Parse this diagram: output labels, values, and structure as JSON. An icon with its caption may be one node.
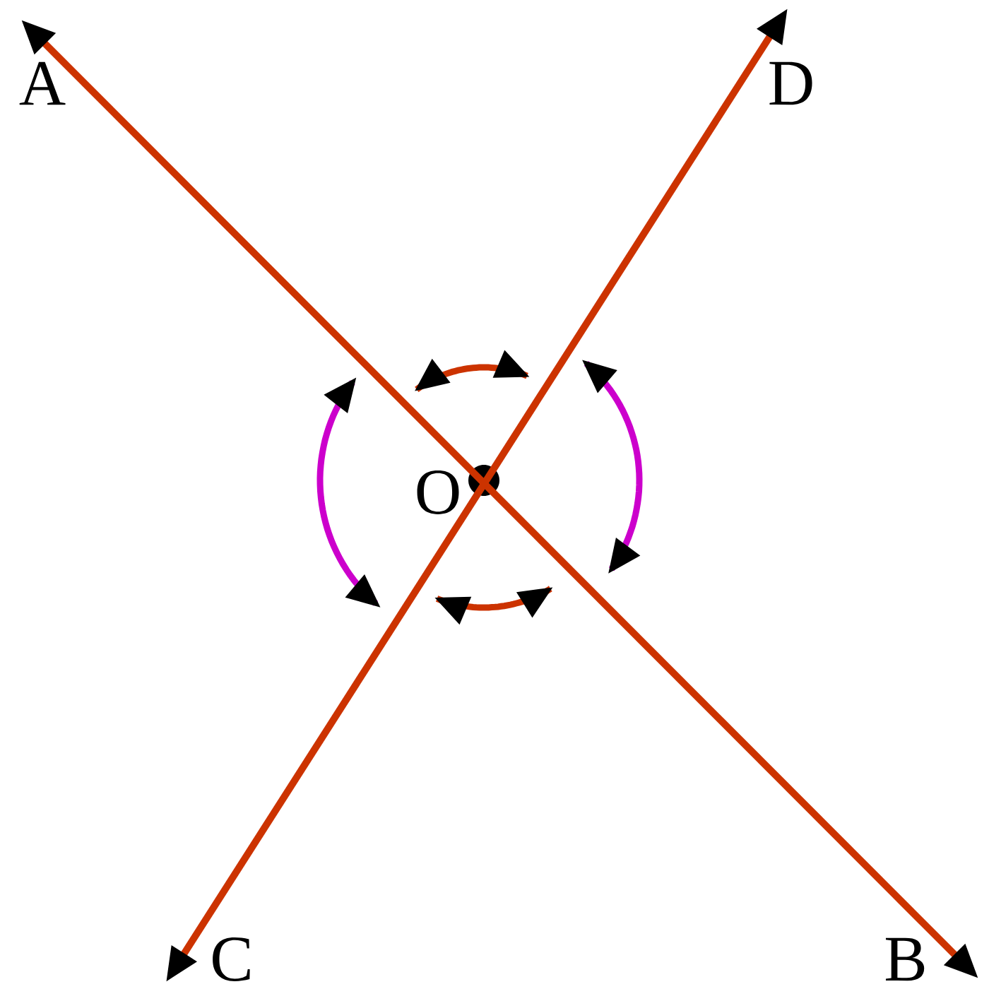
{
  "diagram": {
    "nodes": [
      {
        "text": [
          "A"
        ]
      },
      {
        "text": [
          "D"
        ]
      },
      {
        "text": [
          "O"
        ]
      },
      {
        "text": [
          "C"
        ]
      },
      {
        "text": [
          "B"
        ]
      }
    ],
    "edges": [
      {
        "from": 0,
        "to": 4,
        "arrow": "both"
      },
      {
        "from": 1,
        "to": 3,
        "arrow": "both"
      }
    ]
  }
}
